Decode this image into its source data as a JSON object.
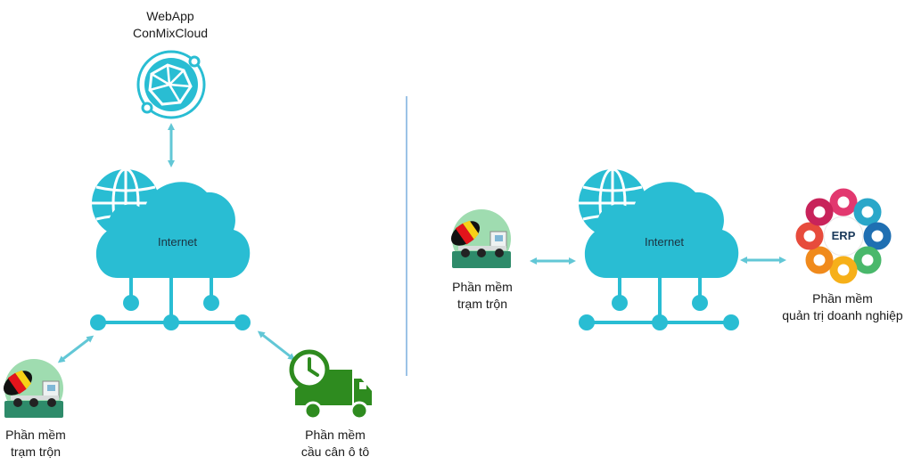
{
  "left": {
    "webapp": {
      "line1": "WebApp",
      "line2": "ConMixCloud"
    },
    "cloud": {
      "label": "Internet"
    },
    "mixer": {
      "line1": "Phần mềm",
      "line2": "trạm trộn"
    },
    "scale": {
      "line1": "Phần mềm",
      "line2": "cầu cân ô tô"
    }
  },
  "right": {
    "cloud": {
      "label": "Internet"
    },
    "mixer": {
      "line1": "Phần mềm",
      "line2": "trạm trộn"
    },
    "erp": {
      "logo": "ERP",
      "line1": "Phần mềm",
      "line2": "quản trị doanh nghiệp"
    }
  },
  "colors": {
    "cloud": "#29bdd3",
    "arrow": "#62c7d6",
    "divider": "#5b9bd5",
    "truck_green": "#2e8b1f",
    "mixer_bg": "#9fdcb0"
  },
  "icons": [
    "globe-network-icon",
    "globe-icon",
    "cloud-icon",
    "mixer-truck-icon",
    "clock-truck-icon",
    "erp-ring-icon"
  ]
}
